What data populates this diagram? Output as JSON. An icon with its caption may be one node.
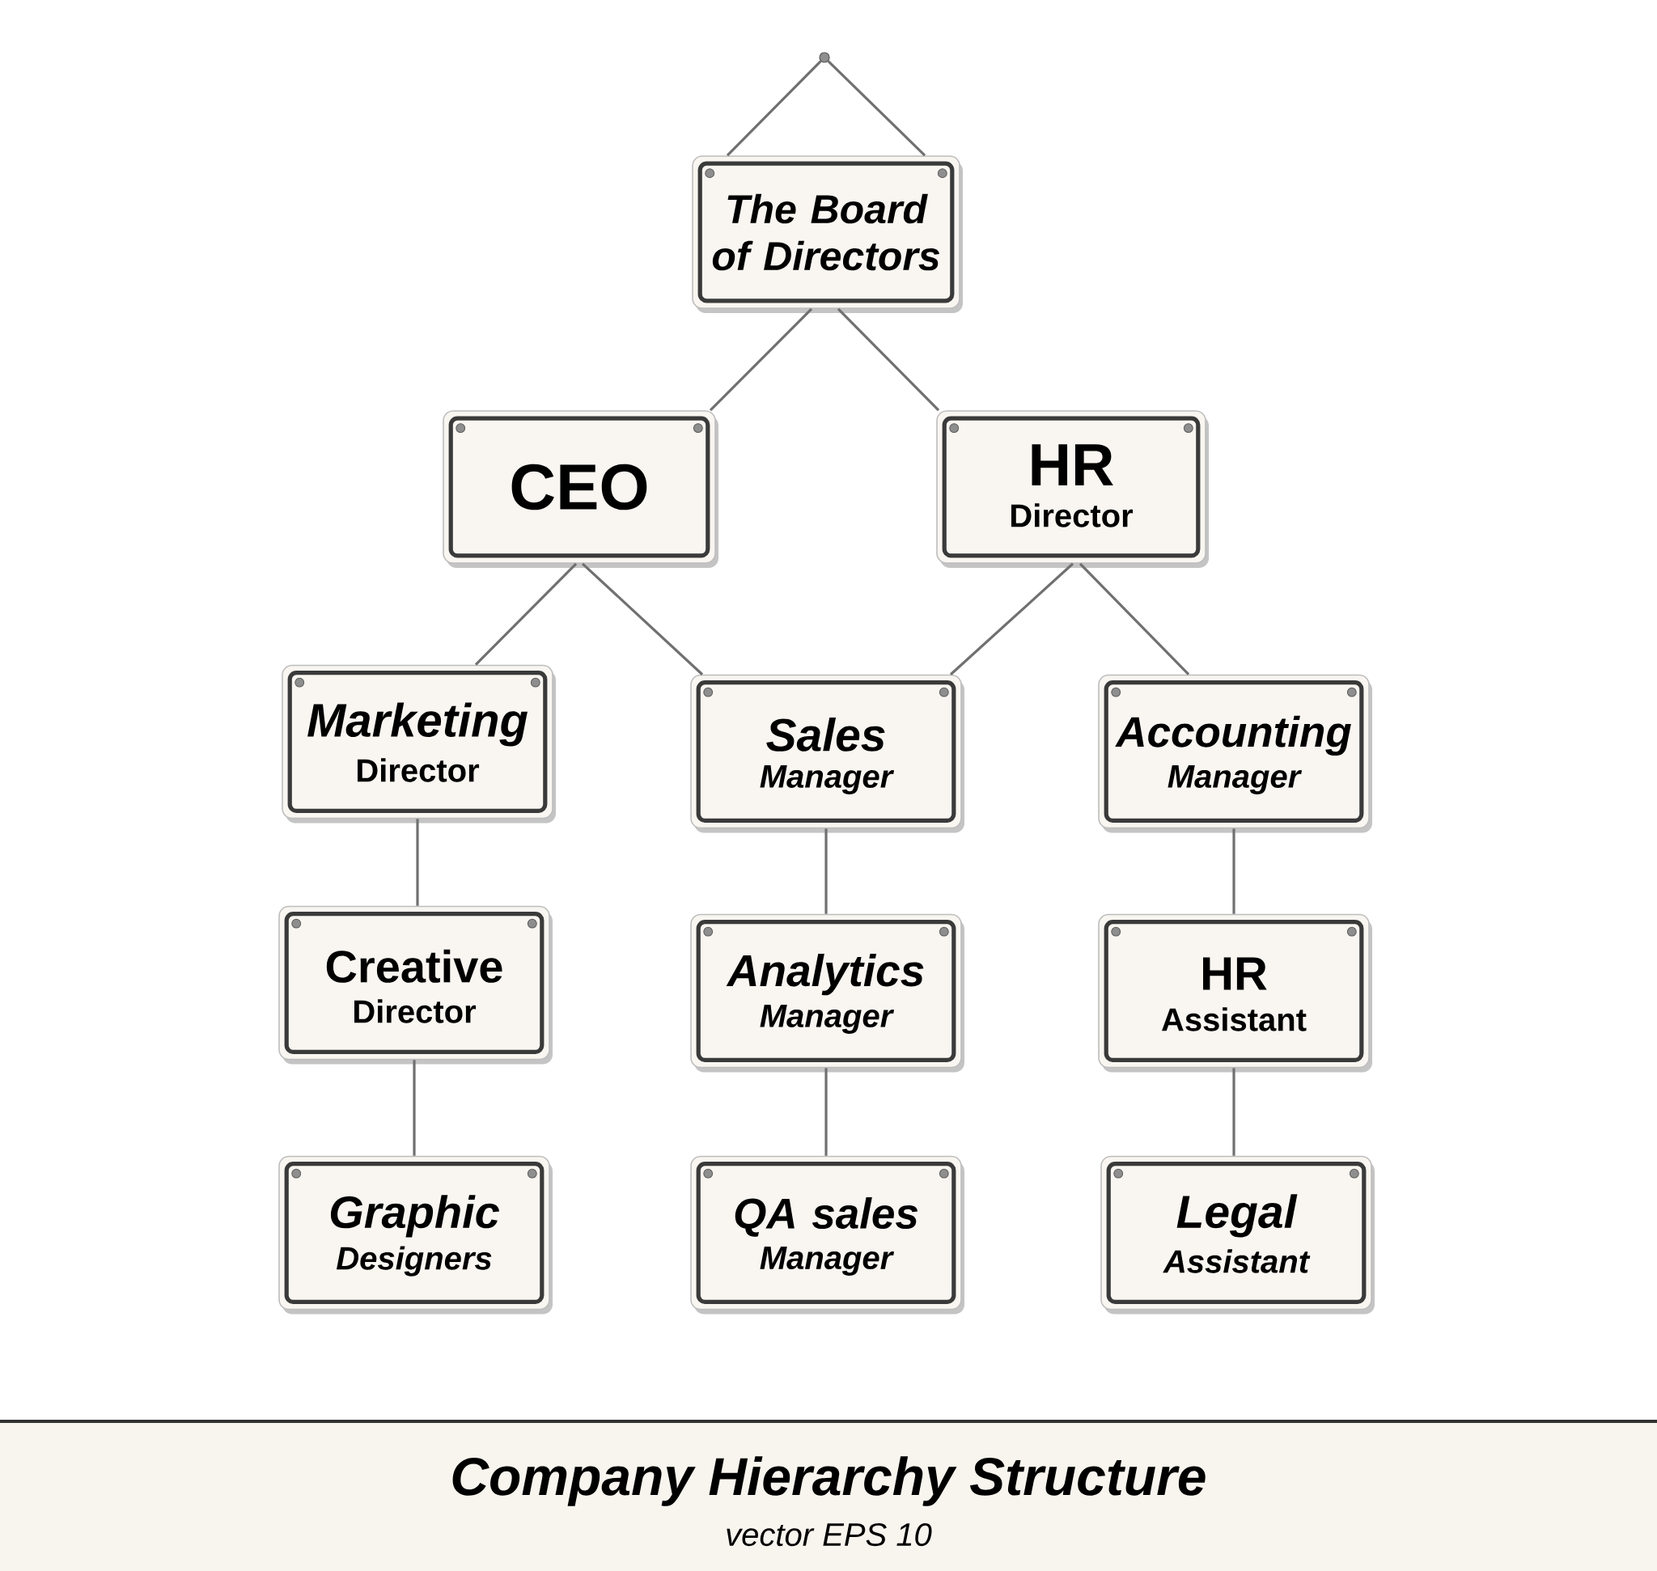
{
  "diagram": {
    "title": "Company Hierarchy Structure",
    "caption": "vector EPS 10",
    "nodes": [
      {
        "text": [],
        "shape": "circle"
      },
      {
        "text": [
          "The Board of Directors"
        ]
      },
      {
        "text": [
          "CEO"
        ]
      },
      {
        "text": [
          "HR",
          "Director"
        ]
      },
      {
        "text": [
          "Marketing",
          "Director"
        ]
      },
      {
        "text": [
          "Sales",
          "Manager"
        ]
      },
      {
        "text": [
          "Accounting",
          "Manager"
        ]
      },
      {
        "text": [
          "Creative",
          "Director"
        ]
      },
      {
        "text": [
          "Analytics",
          "Manager"
        ]
      },
      {
        "text": [
          "HR",
          "Assistant"
        ]
      },
      {
        "text": [
          "Graphic",
          "Designers"
        ]
      },
      {
        "text": [
          "QA sales",
          "Manager"
        ]
      },
      {
        "text": [
          "Legal",
          "Assistant"
        ]
      }
    ],
    "edges": [
      {
        "from": 0,
        "to": 1,
        "arrow": "none"
      },
      {
        "from": 0,
        "to": 1,
        "arrow": "none"
      },
      {
        "from": 1,
        "to": 2,
        "arrow": "none"
      },
      {
        "from": 1,
        "to": 3,
        "arrow": "none"
      },
      {
        "from": 2,
        "to": 4,
        "arrow": "none"
      },
      {
        "from": 2,
        "to": 5,
        "arrow": "none"
      },
      {
        "from": 3,
        "to": 5,
        "arrow": "none"
      },
      {
        "from": 3,
        "to": 6,
        "arrow": "none"
      },
      {
        "from": 4,
        "to": 7,
        "arrow": "none"
      },
      {
        "from": 5,
        "to": 8,
        "arrow": "none"
      },
      {
        "from": 6,
        "to": 9,
        "arrow": "none"
      },
      {
        "from": 7,
        "to": 10,
        "arrow": "none"
      },
      {
        "from": 8,
        "to": 11,
        "arrow": "none"
      },
      {
        "from": 9,
        "to": 12,
        "arrow": "none"
      }
    ]
  }
}
